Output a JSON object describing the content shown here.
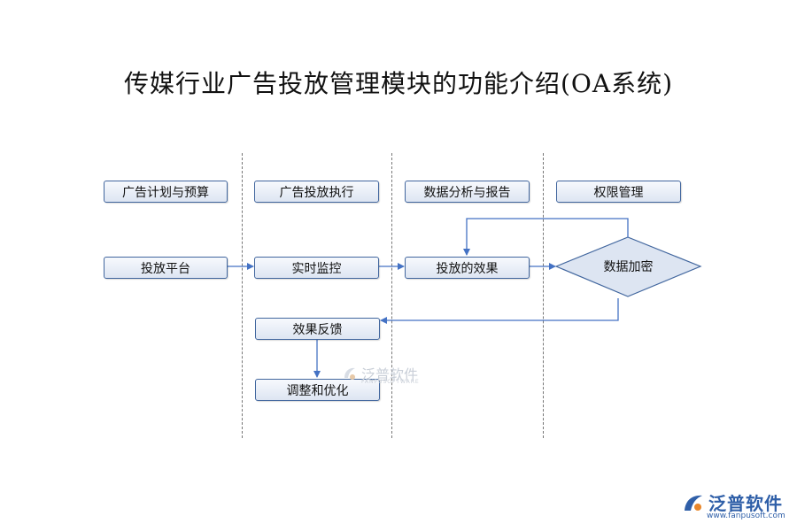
{
  "title": "传媒行业广告投放管理模块的功能介绍(OA系统)",
  "lane_headers": [
    "广告计划与预算",
    "广告投放执行",
    "数据分析与报告",
    "权限管理"
  ],
  "nodes": {
    "platform": "投放平台",
    "monitor": "实时监控",
    "effect": "投放的效果",
    "encrypt": "数据加密",
    "feedback": "效果反馈",
    "optimize": "调整和优化"
  },
  "watermark": {
    "text": "泛普软件",
    "sub": "FANPUSOFTWARE"
  },
  "logo": {
    "text": "泛普软件",
    "url": "www.fanpusoft.com"
  },
  "colors": {
    "line": "#4472c4",
    "box_border": "#41669e",
    "logo": "#2f5fa8"
  }
}
